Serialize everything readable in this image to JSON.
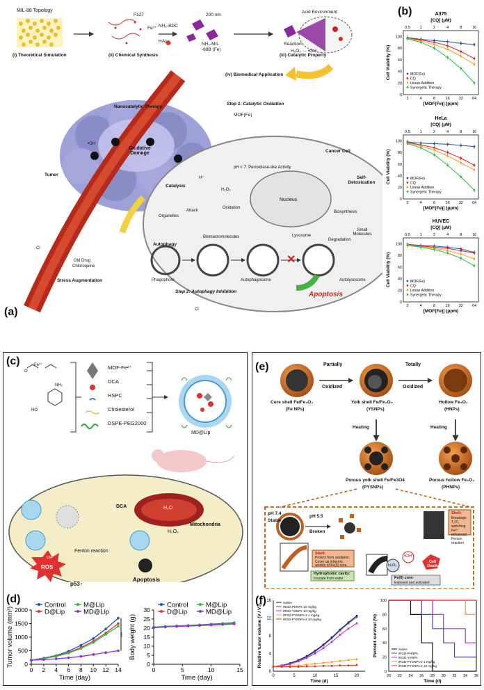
{
  "panel_a": {
    "label": "(a)",
    "mil88_topology": "MIL-88 Topology",
    "f127": "F127",
    "fe3": "Fe³⁺",
    "nh2bdc": "NH₂-BDC",
    "hac": "HAc,",
    "nm200": "200 nm",
    "nh2mil": "NH₂-MIL",
    "mil88b": "-88B (Fe)",
    "acid_env": "Acid Environment",
    "reaction": "Reaction:",
    "h2o2_oh": "H₂O₂ → •OH",
    "step_i": "(i) Theoretical Simulation",
    "step_ii": "(ii) Chemical Synthesis",
    "step_iii": "(iii) Catalytic Property",
    "step_iv": "(iv) Biomedical Application",
    "nanocatalytic": "Nanocatalytic Therapy",
    "oxidative_damage": "Oxidative Damage",
    "oh": "•OH",
    "tumor": "Tumor",
    "step1": "Step 1: Catalytic Oxidation",
    "mof_fe": "MOF(Fe)",
    "cancer_cell": "Cancer Cell",
    "ph7": "pH < 7: Peroxidase-like Activity",
    "self_detox": "Self-Detoxication",
    "catalysis": "Catalysis",
    "h_plus": "H⁺",
    "h2o2": "H₂O₂",
    "attack": "Attack",
    "oxidation": "Oxidation",
    "nucleus": "Nucleus",
    "biosynthesis": "Biosynthesis",
    "organelles": "Organelles",
    "biomacromolecules": "Biomacromolecules",
    "degradation": "Degradation",
    "small_molecules": "Small Molecules",
    "autophagy": "Autophagy",
    "lysosome": "Lysosome",
    "phagophore": "Phagophore",
    "autophagosome": "Autophagosome",
    "autolysosome": "Autolysosome",
    "old_drug": "Old Drug",
    "chloroquine": "Chloroquine",
    "stress_aug": "Stress Augmentation",
    "step2": "Step 2: Autophagy Inhibition",
    "apoptosis": "Apoptosis",
    "cl": "Cl"
  },
  "panel_b": {
    "label": "(b)",
    "top_axis_label": "[CQ] (µM)",
    "bottom_axis_label": "[MOF(Fe)] (ppm)",
    "y_label": "Cell Viability (%)"
  },
  "panel_c": {
    "label": "(c)",
    "legend": [
      "MOF-Fe²⁺",
      "DCA",
      "HSPC",
      "Cholesterol",
      "DSPE-PEG2000"
    ],
    "md_lip": "MD@Lip",
    "dca": "DCA",
    "mitochondria": "Mitochondria",
    "h2o": "H₂O",
    "h2o2": "H₂O₂",
    "fenton": "Fenton reaction",
    "ros": "ROS",
    "oh": "OH",
    "p53": "p53↑",
    "apoptosis": "Apoptosis",
    "fe": "Fe²⁺",
    "o": "O",
    "nh2": "NH₂",
    "ho": "HO"
  },
  "panel_d": {
    "label": "(d)"
  },
  "panel_e": {
    "label": "(e)",
    "partially": "Partially",
    "totally": "Totally",
    "oxidized": "Oxidized",
    "core_shell": "Core shell Fe/Fe₃O₄",
    "fe_nps": "(Fe NPs)",
    "yolk_shell": "Yolk shell Fe/Fe₃O₄",
    "ysnps": "(YSNPs)",
    "hollow": "Hollow Fe₃O₄",
    "hnps": "(HNPs)",
    "heating": "Heating",
    "porous_yolk": "Porous yolk shell Fe/Fe3O4",
    "pysnps": "(PYSNPs)",
    "porous_hollow": "Porous hollow Fe₃O₄",
    "phnps": "(PHNPs)",
    "ph74": "pH 7.4",
    "stable": "Stable",
    "ph55": "pH 5.5",
    "broken": "Broken",
    "shell_break_title": "Shell:",
    "shell_break": "Breakage. T₂/T₁ switching Fe²⁺ enhanced Fenton reaction",
    "shell_protect_title": "Shell:",
    "shell_protect": "Protect from oxidation. Cover up inherent activity of Fe(0) core.",
    "hydrophobic_title": "Hydrophobic cavity:",
    "hydrophobic": "Insulate from water",
    "oh": "•OH",
    "h2o2": "H₂O₂",
    "cell_death": "Cell Death",
    "fe0_title": "Fe(0) core:",
    "fe0": "Exposed and activated"
  },
  "panel_f": {
    "label": "(f)"
  },
  "charts_b": [
    {
      "title": "A375",
      "top_ticks": [
        "0.5",
        "1",
        "2",
        "4",
        "8",
        "16"
      ],
      "x_ticks": [
        "2",
        "4",
        "8",
        "16",
        "32",
        "64"
      ],
      "y_ticks": [
        "0",
        "20",
        "40",
        "60",
        "80",
        "100"
      ],
      "legend": [
        "MOF(Fe)",
        "CQ",
        "Linear Addition",
        "Synergetic Therapy"
      ]
    },
    {
      "title": "HeLa",
      "top_ticks": [
        "0.5",
        "1",
        "2",
        "4",
        "8",
        "16"
      ],
      "x_ticks": [
        "2",
        "4",
        "8",
        "16",
        "32",
        "64"
      ],
      "y_ticks": [
        "0",
        "20",
        "40",
        "60",
        "80",
        "100"
      ],
      "legend": [
        "MOF(Fe)",
        "CQ",
        "Linear Addition",
        "Synergetic Therapy"
      ]
    },
    {
      "title": "HUVEC",
      "top_ticks": [
        "0.5",
        "1",
        "2",
        "4",
        "8",
        "16"
      ],
      "x_ticks": [
        "2",
        "4",
        "8",
        "16",
        "32",
        "64"
      ],
      "y_ticks": [
        "0",
        "20",
        "40",
        "60",
        "80",
        "100"
      ],
      "legend": [
        "MOF(Fe)",
        "CQ",
        "Linear Addition",
        "Synergetic Therapy"
      ]
    }
  ],
  "chart_data": [
    {
      "type": "line",
      "title": "A375",
      "xlabel": "[MOF(Fe)] (ppm)",
      "ylabel": "Cell Viability (%)",
      "x": [
        2,
        4,
        8,
        16,
        32,
        64
      ],
      "ylim": [
        0,
        110
      ],
      "xscale": "log2",
      "series": [
        {
          "name": "MOF(Fe)",
          "color": "#1f4fb0",
          "values": [
            98,
            95,
            93,
            91,
            88,
            86
          ]
        },
        {
          "name": "CQ",
          "color": "#d62020",
          "values": [
            97,
            94,
            90,
            84,
            74,
            62
          ]
        },
        {
          "name": "Linear Addition",
          "color": "#f0a020",
          "values": [
            97,
            92,
            86,
            78,
            66,
            52
          ]
        },
        {
          "name": "Synergetic Therapy",
          "color": "#2fb84a",
          "values": [
            96,
            90,
            80,
            64,
            45,
            20
          ]
        }
      ]
    },
    {
      "type": "line",
      "title": "HeLa",
      "xlabel": "[MOF(Fe)] (ppm)",
      "ylabel": "Cell Viability (%)",
      "x": [
        2,
        4,
        8,
        16,
        32,
        64
      ],
      "ylim": [
        0,
        110
      ],
      "xscale": "log2",
      "series": [
        {
          "name": "MOF(Fe)",
          "color": "#1f4fb0",
          "values": [
            98,
            96,
            95,
            94,
            92,
            90
          ]
        },
        {
          "name": "CQ",
          "color": "#d62020",
          "values": [
            97,
            93,
            88,
            80,
            70,
            58
          ]
        },
        {
          "name": "Linear Addition",
          "color": "#f0a020",
          "values": [
            96,
            91,
            84,
            74,
            62,
            50
          ]
        },
        {
          "name": "Synergetic Therapy",
          "color": "#2fb84a",
          "values": [
            95,
            88,
            76,
            58,
            38,
            15
          ]
        }
      ]
    },
    {
      "type": "line",
      "title": "HUVEC",
      "xlabel": "[MOF(Fe)] (ppm)",
      "ylabel": "Cell Viability (%)",
      "x": [
        2,
        4,
        8,
        16,
        32,
        64
      ],
      "ylim": [
        0,
        110
      ],
      "xscale": "log2",
      "series": [
        {
          "name": "MOF(Fe)",
          "color": "#1f4fb0",
          "values": [
            99,
            97,
            96,
            94,
            91,
            85
          ]
        },
        {
          "name": "CQ",
          "color": "#d62020",
          "values": [
            98,
            96,
            94,
            92,
            88,
            84
          ]
        },
        {
          "name": "Linear Addition",
          "color": "#f0a020",
          "values": [
            98,
            95,
            92,
            88,
            82,
            74
          ]
        },
        {
          "name": "Synergetic Therapy",
          "color": "#2fb84a",
          "values": [
            97,
            94,
            90,
            84,
            75,
            62
          ]
        }
      ]
    },
    {
      "type": "line",
      "xlabel": "Time (day)",
      "ylabel": "Tumor volume (mm³)",
      "x": [
        0,
        2,
        4,
        6,
        8,
        10,
        12,
        14
      ],
      "ylim": [
        0,
        2000
      ],
      "yticks": [
        "0",
        "500",
        "1000",
        "1500",
        "2000"
      ],
      "xticks": [
        "0",
        "2",
        "4",
        "6",
        "8",
        "10",
        "12",
        "14"
      ],
      "significance": "***",
      "series": [
        {
          "name": "Control",
          "color": "#1f4fb0",
          "values": [
            150,
            230,
            320,
            480,
            700,
            950,
            1300,
            1700
          ]
        },
        {
          "name": "D@Lip",
          "color": "#e03030",
          "values": [
            150,
            220,
            300,
            430,
            620,
            850,
            1150,
            1500
          ]
        },
        {
          "name": "M@Lip",
          "color": "#2fb84a",
          "values": [
            150,
            210,
            290,
            410,
            580,
            800,
            1100,
            1400
          ]
        },
        {
          "name": "MD@Lip",
          "color": "#8a2be2",
          "values": [
            150,
            170,
            200,
            240,
            290,
            360,
            430,
            500
          ]
        }
      ]
    },
    {
      "type": "line",
      "xlabel": "Time (day)",
      "ylabel": "Body weight (g)",
      "x": [
        0,
        2,
        4,
        6,
        8,
        10,
        12,
        14
      ],
      "ylim": [
        0,
        30
      ],
      "yticks": [
        "0",
        "5",
        "10",
        "15",
        "20",
        "25",
        "30"
      ],
      "xticks": [
        "0",
        "5",
        "10",
        "15"
      ],
      "series": [
        {
          "name": "Control",
          "color": "#1f4fb0",
          "values": [
            20.5,
            21,
            21.2,
            21.5,
            21.8,
            22.2,
            22.6,
            23
          ]
        },
        {
          "name": "D@Lip",
          "color": "#e03030",
          "values": [
            20.3,
            20.8,
            21,
            21.3,
            21.7,
            22,
            22.3,
            22.6
          ]
        },
        {
          "name": "M@Lip",
          "color": "#2fb84a",
          "values": [
            20.4,
            20.9,
            21.1,
            21.4,
            21.6,
            22,
            22.4,
            22.8
          ]
        },
        {
          "name": "MD@Lip",
          "color": "#8a2be2",
          "values": [
            20.2,
            20.6,
            20.9,
            21.1,
            21.4,
            21.7,
            22,
            22.3
          ]
        }
      ]
    },
    {
      "type": "line",
      "xlabel": "Time (d)",
      "ylabel": "Relative tumor volume (V / V₀)",
      "x": [
        0,
        2,
        4,
        6,
        8,
        10,
        12,
        14,
        16,
        18,
        20
      ],
      "ylim": [
        0,
        16
      ],
      "yticks": [
        "0",
        "4",
        "8",
        "12",
        "16"
      ],
      "xticks": [
        "0",
        "5",
        "10",
        "15",
        "20"
      ],
      "series": [
        {
          "name": "Saline",
          "color": "#111111",
          "values": [
            1,
            1.3,
            1.8,
            2.5,
            3.4,
            4.6,
            6,
            7.6,
            9.4,
            11,
            12.5
          ]
        },
        {
          "name": "iRGD-PHNPs 10 mg/kg",
          "color": "#4a3fcf",
          "values": [
            1,
            1.3,
            1.7,
            2.4,
            3.2,
            4.4,
            5.8,
            7.4,
            9.2,
            10.8,
            12.2
          ]
        },
        {
          "name": "iRGD-YSNPs 10 mg/kg",
          "color": "#b030c0",
          "values": [
            1,
            1.2,
            1.6,
            2.2,
            3,
            4,
            5.2,
            6.6,
            8.2,
            9.6,
            10.8
          ]
        },
        {
          "name": "iRGD-PYSNPs-2 1 mg/kg",
          "color": "#f0a020",
          "values": [
            1,
            1.1,
            1.2,
            1.3,
            1.5,
            1.7,
            1.9,
            2.1,
            2.3,
            2.5,
            2.7
          ]
        },
        {
          "name": "iRGD-PYSNPs-2 10 mg/kg",
          "color": "#e03030",
          "values": [
            1,
            1,
            1,
            1,
            1.1,
            1.1,
            1.2,
            1.2,
            1.3,
            1.3,
            1.4
          ]
        }
      ]
    },
    {
      "type": "line",
      "xlabel": "Time (d)",
      "ylabel": "Percent survival (%)",
      "x": [
        20,
        22,
        24,
        26,
        28,
        30,
        32,
        34,
        36
      ],
      "ylim": [
        0,
        100
      ],
      "yticks": [
        "0",
        "20",
        "40",
        "60",
        "80",
        "100"
      ],
      "xticks": [
        "20",
        "22",
        "24",
        "26",
        "28",
        "30",
        "32",
        "34",
        "36"
      ],
      "series": [
        {
          "name": "Saline",
          "color": "#111111",
          "values": [
            100,
            100,
            80,
            40,
            0,
            0,
            0,
            0,
            0
          ]
        },
        {
          "name": "iRGD-PHNPs",
          "color": "#4a3fcf",
          "values": [
            100,
            100,
            100,
            80,
            60,
            40,
            20,
            20,
            20
          ]
        },
        {
          "name": "iRGD-YSNPs",
          "color": "#b030c0",
          "values": [
            100,
            100,
            100,
            100,
            80,
            60,
            60,
            40,
            40
          ]
        },
        {
          "name": "iRGD-PYSNPs-2 1 mg/kg",
          "color": "#f0a020",
          "values": [
            100,
            100,
            100,
            100,
            100,
            100,
            100,
            80,
            80
          ]
        },
        {
          "name": "iRGD-PYSNPs-2 10 mg/kg",
          "color": "#e03030",
          "values": [
            100,
            100,
            100,
            100,
            100,
            100,
            100,
            100,
            100
          ]
        }
      ]
    }
  ],
  "charts_d": {
    "legend_left": [
      "Control",
      "M@Lip",
      "D@Lip",
      "MD@Lip"
    ],
    "legend_right": [
      "Control",
      "M@Lip",
      "D@Lip",
      "MD@Lip"
    ]
  },
  "charts_f": {
    "legend_left": [
      "Saline",
      "iRGD-PHNPs 10 mg/kg",
      "iRGD-YSNPs 10 mg/kg",
      "iRGD-PYSNPs-2 1 mg/kg",
      "iRGD-PYSNPs-2 10 mg/kg"
    ],
    "legend_right": [
      "Saline",
      "iRGD-PHNPs",
      "iRGD-YSNPs",
      "iRGD-PYSNPs-2 1 mg/kg",
      "iRGD-PYSNPs-2 10 mg/kg"
    ]
  }
}
